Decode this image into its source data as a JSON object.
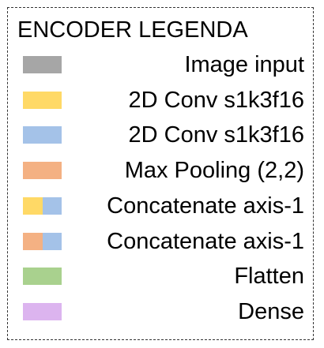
{
  "legend": {
    "title": "ENCODER LEGENDA",
    "items": [
      {
        "label": "Image input",
        "colors": [
          "#a6a6a6"
        ]
      },
      {
        "label": "2D Conv s1k3f16",
        "colors": [
          "#ffd966"
        ]
      },
      {
        "label": "2D Conv s1k3f16",
        "colors": [
          "#a4c2e8"
        ]
      },
      {
        "label": "Max Pooling (2,2)",
        "colors": [
          "#f4b183"
        ]
      },
      {
        "label": "Concatenate axis-1",
        "colors": [
          "#ffd966",
          "#a4c2e8"
        ]
      },
      {
        "label": "Concatenate axis-1",
        "colors": [
          "#f4b183",
          "#a4c2e8"
        ]
      },
      {
        "label": "Flatten",
        "colors": [
          "#a9d18e"
        ]
      },
      {
        "label": "Dense",
        "colors": [
          "#dcb4ef"
        ]
      }
    ]
  }
}
